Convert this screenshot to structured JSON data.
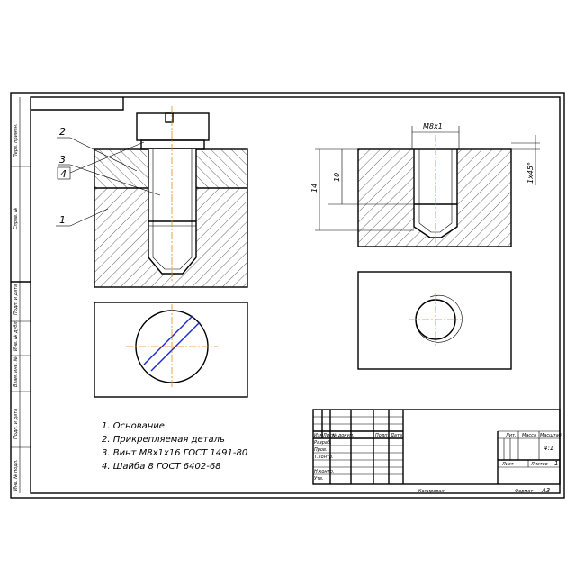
{
  "callouts": {
    "c1": "1",
    "c2": "2",
    "c3": "3",
    "c4": "4"
  },
  "parts_list": [
    "1. Основание",
    "2. Прикрепляемая деталь",
    "3. Винт М8х1х16 ГОСТ 1491-80",
    "4. Шайба 8 ГОСТ 6402-68"
  ],
  "dims": {
    "thread": "М8х1",
    "depth_total": "14",
    "depth_thread": "10",
    "chamfer": "1х45°"
  },
  "margin_cells": [
    "Перв. примен.",
    "Справ. №",
    "Подп. и дата",
    "Инв. № дубл.",
    "Взам. инв. №",
    "Подп. и дата",
    "Инв. № подл."
  ],
  "title_block": {
    "h_izm": "Изм",
    "h_list": "Лист",
    "h_doc": "№ докум.",
    "h_podp": "Подп.",
    "h_data": "Дата",
    "r_razrab": "Разраб.",
    "r_prov": "Пров.",
    "r_tkontr": "Т.контр.",
    "r_nkontr": "Н.контр.",
    "r_utv": "Утв.",
    "lit": "Лит.",
    "massa": "Масса",
    "masshtab": "Масштаб",
    "scale": "4:1",
    "sheet": "Лист",
    "sheets": "Листов",
    "sheets_count": "1",
    "copied": "Копировал",
    "format_label": "Формат",
    "format_value": "А3"
  }
}
